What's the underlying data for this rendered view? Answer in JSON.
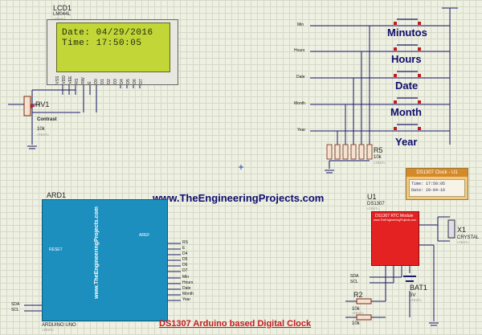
{
  "website": "www.TheEngineeringProjects.com",
  "caption": "DS1307 Arduino based Digital Clock",
  "lcd": {
    "ref": "LCD1",
    "model": "LM044L",
    "text_tag": "<TEXT>",
    "line1": "Date: 04/29/2016",
    "line2": "Time: 17:50:05",
    "pins": [
      "VSS",
      "VDD",
      "VEE",
      "RS",
      "RW",
      "E",
      "D0",
      "D1",
      "D2",
      "D3",
      "D4",
      "D5",
      "D6",
      "D7"
    ]
  },
  "pot": {
    "ref": "RV1",
    "label": "Contrast",
    "value": "10k",
    "text_tag": "<TEXT>"
  },
  "buttons": [
    {
      "net": "Min",
      "label": "Minutos"
    },
    {
      "net": "Hours",
      "label": "Hours"
    },
    {
      "net": "Date",
      "label": "Date"
    },
    {
      "net": "Month",
      "label": "Month"
    },
    {
      "net": "Year",
      "label": "Year"
    }
  ],
  "resistor_bank": {
    "ref": "R5",
    "value": "10k",
    "text_tag": "<TEXT>"
  },
  "arduino": {
    "ref": "ARD1",
    "name": "ARDUINO UNO",
    "text_tag": "<TEXT>",
    "website_vertical": "www.TheEngineeringProjects.com",
    "right_labels": [
      "RS",
      "E",
      "D4",
      "D5",
      "D6",
      "D7"
    ],
    "right_labels2": [
      "Min",
      "Hours",
      "Date",
      "Month",
      "Year"
    ],
    "left_labels": [
      "SDA",
      "SCL"
    ],
    "reset": "RESET",
    "aref": "AREF"
  },
  "rtc": {
    "ref": "U1",
    "part": "DS1307",
    "title": "DS1307 RTC Module",
    "site": "www.TheEngineeringProjects.com",
    "text_tag": "<TEXT>",
    "left_labels": [
      "SDA",
      "SCL"
    ]
  },
  "crystal": {
    "ref": "X1",
    "label": "CRYSTAL",
    "text_tag": "<TEXT>"
  },
  "battery": {
    "ref": "BAT1",
    "value": "3V",
    "text_tag": "<TEXT>"
  },
  "r2": {
    "ref": "R2",
    "value": "10k",
    "text_tag": "<TEXT>"
  },
  "r3": {
    "value": "10k"
  },
  "popup": {
    "title": "DS1307 Clock - U1",
    "time": "Time: 17:50:05",
    "date": "Date: 29-04-16"
  }
}
